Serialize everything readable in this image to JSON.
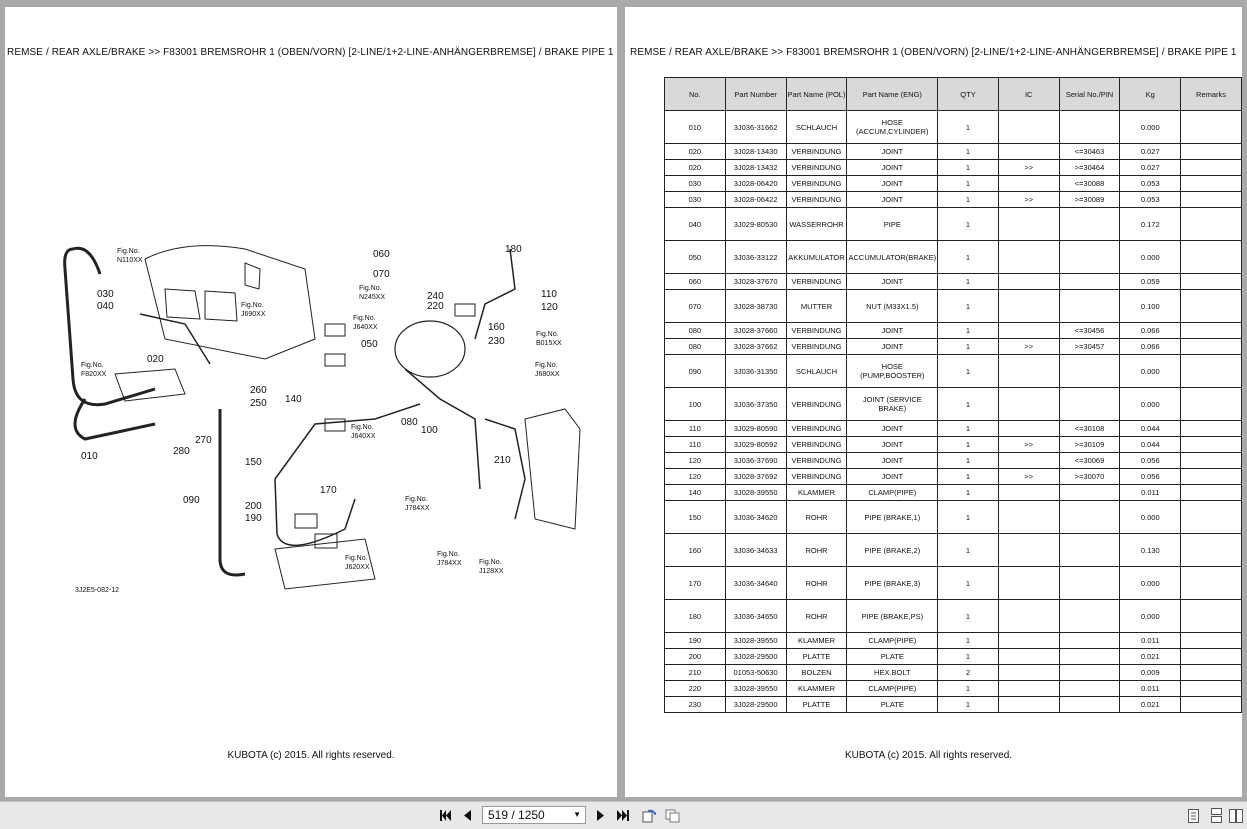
{
  "header_text": "REMSE / REAR AXLE/BRAKE >> F83001   BREMSROHR 1 (OBEN/VORN) [2-LINE/1+2-LINE-ANHÄNGERBREMSE] / BRAKE PIPE 1",
  "footer_text": "KUBOTA (c) 2015. All rights reserved.",
  "diagram": {
    "code": "3J2E5-082-12",
    "numbers": [
      "010",
      "020",
      "030",
      "040",
      "050",
      "060",
      "070",
      "080",
      "090",
      "100",
      "110",
      "120",
      "140",
      "150",
      "160",
      "170",
      "180",
      "190",
      "200",
      "210",
      "220",
      "230",
      "240",
      "250",
      "260",
      "270",
      "280"
    ],
    "fig_refs": {
      "n110": [
        "Fig.No.",
        "N110XX"
      ],
      "j690": [
        "Fig.No.",
        "J690XX"
      ],
      "n245": [
        "Fig.No.",
        "N245XX"
      ],
      "j640a": [
        "Fig.No.",
        "J640XX"
      ],
      "f820": [
        "Fig.No.",
        "F820XX"
      ],
      "b015": [
        "Fig.No.",
        "B015XX"
      ],
      "j680": [
        "Fig.No.",
        "J680XX"
      ],
      "j640b": [
        "Fig.No.",
        "J640XX"
      ],
      "j784a": [
        "Fig.No.",
        "J784XX"
      ],
      "j784b": [
        "Fig.No.",
        "J784XX"
      ],
      "j128": [
        "Fig.No.",
        "J128XX"
      ],
      "j620": [
        "Fig.No.",
        "J620XX"
      ]
    }
  },
  "table": {
    "headers": [
      "No.",
      "Part Number",
      "Part Name (POL)",
      "Part Name (ENG)",
      "QTY",
      "IC",
      "Serial No./PIN",
      "Kg",
      "Remarks"
    ],
    "rows": [
      [
        "010",
        "3J036-31662",
        "SCHLAUCH",
        "HOSE (ACCUM,CYLINDER)",
        "1",
        "",
        "",
        "0.000",
        ""
      ],
      [
        "020",
        "3J028-13430",
        "VERBINDUNG",
        "JOINT",
        "1",
        "",
        "<=30463",
        "0.027",
        ""
      ],
      [
        "020",
        "3J028-13432",
        "VERBINDUNG",
        "JOINT",
        "1",
        ">>",
        ">=30464",
        "0.027",
        ""
      ],
      [
        "030",
        "3J028-06420",
        "VERBINDUNG",
        "JOINT",
        "1",
        "",
        "<=30088",
        "0.053",
        ""
      ],
      [
        "030",
        "3J028-06422",
        "VERBINDUNG",
        "JOINT",
        "1",
        ">>",
        ">=30089",
        "0.053",
        ""
      ],
      [
        "040",
        "3J029-80530",
        "WASSERROHR",
        "PIPE",
        "1",
        "",
        "",
        "0.172",
        ""
      ],
      [
        "050",
        "3J036-33122",
        "AKKUMULATOR",
        "ACCUMULATOR(BRAKE)",
        "1",
        "",
        "",
        "0.000",
        ""
      ],
      [
        "060",
        "3J028-37670",
        "VERBINDUNG",
        "JOINT",
        "1",
        "",
        "",
        "0.059",
        ""
      ],
      [
        "070",
        "3J028-38730",
        "MUTTER",
        "NUT (M33X1.5)",
        "1",
        "",
        "",
        "0.100",
        ""
      ],
      [
        "080",
        "3J028-37660",
        "VERBINDUNG",
        "JOINT",
        "1",
        "",
        "<=30456",
        "0.066",
        ""
      ],
      [
        "080",
        "3J028-37662",
        "VERBINDUNG",
        "JOINT",
        "1",
        ">>",
        ">=30457",
        "0.066",
        ""
      ],
      [
        "090",
        "3J036-31350",
        "SCHLAUCH",
        "HOSE (PUMP,BOOSTER)",
        "1",
        "",
        "",
        "0.000",
        ""
      ],
      [
        "100",
        "3J036-37350",
        "VERBINDUNG",
        "JOINT (SERVICE BRAKE)",
        "1",
        "",
        "",
        "0.000",
        ""
      ],
      [
        "110",
        "3J029-80590",
        "VERBINDUNG",
        "JOINT",
        "1",
        "",
        "<=30108",
        "0.044",
        ""
      ],
      [
        "110",
        "3J029-80592",
        "VERBINDUNG",
        "JOINT",
        "1",
        ">>",
        ">=30109",
        "0.044",
        ""
      ],
      [
        "120",
        "3J036-37690",
        "VERBINDUNG",
        "JOINT",
        "1",
        "",
        "<=30069",
        "0.056",
        ""
      ],
      [
        "120",
        "3J028-37692",
        "VERBINDUNG",
        "JOINT",
        "1",
        ">>",
        ">=30070",
        "0.056",
        ""
      ],
      [
        "140",
        "3J028-39550",
        "KLAMMER",
        "CLAMP(PIPE)",
        "1",
        "",
        "",
        "0.011",
        ""
      ],
      [
        "150",
        "3J036-34620",
        "ROHR",
        "PIPE (BRAKE,1)",
        "1",
        "",
        "",
        "0.000",
        ""
      ],
      [
        "160",
        "3J036-34633",
        "ROHR",
        "PIPE (BRAKE,2)",
        "1",
        "",
        "",
        "0.130",
        ""
      ],
      [
        "170",
        "3J036-34640",
        "ROHR",
        "PIPE (BRAKE,3)",
        "1",
        "",
        "",
        "0.000",
        ""
      ],
      [
        "180",
        "3J036-34650",
        "ROHR",
        "PIPE (BRAKE,PS)",
        "1",
        "",
        "",
        "0.000",
        ""
      ],
      [
        "190",
        "3J028-39550",
        "KLAMMER",
        "CLAMP(PIPE)",
        "1",
        "",
        "",
        "0.011",
        ""
      ],
      [
        "200",
        "3J028-29500",
        "PLATTE",
        "PLATE",
        "1",
        "",
        "",
        "0.021",
        ""
      ],
      [
        "210",
        "01053-50630",
        "BOLZEN",
        "HEX.BOLT",
        "2",
        "",
        "",
        "0.009",
        ""
      ],
      [
        "220",
        "3J028-39550",
        "KLAMMER",
        "CLAMP(PIPE)",
        "1",
        "",
        "",
        "0.011",
        ""
      ],
      [
        "230",
        "3J028-29500",
        "PLATTE",
        "PLATE",
        "1",
        "",
        "",
        "0.021",
        ""
      ]
    ]
  },
  "toolbar": {
    "page_indicator": "519 / 1250",
    "icons": [
      "first-page-icon",
      "prev-page-icon",
      "dropdown-arrow-icon",
      "next-page-icon",
      "last-page-icon",
      "rotate-icon",
      "fit-icon",
      "single-page-view-icon",
      "two-page-view-icon",
      "continuous-view-icon"
    ]
  }
}
